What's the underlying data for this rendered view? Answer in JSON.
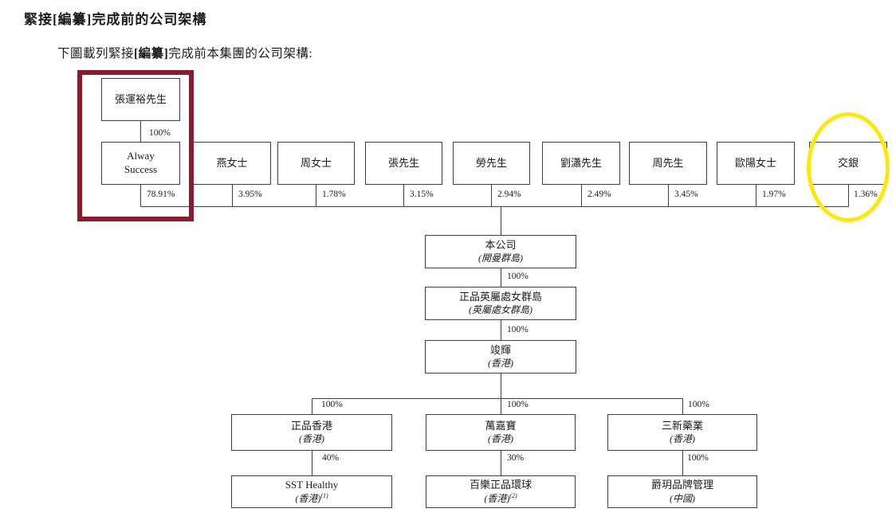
{
  "page": {
    "title": "緊接[編纂]完成前的公司架構",
    "intro": {
      "prefix": "下圖載列緊接",
      "redacted": "[編纂]",
      "suffix": "完成前本集團的公司架構:"
    }
  },
  "ownership": {
    "founder": {
      "name": "張運裕先生",
      "holding_pct": "100%"
    },
    "shareholders": [
      {
        "name": "Alway\nSuccess",
        "pct": "78.91%"
      },
      {
        "name": "燕女士",
        "pct": "3.95%"
      },
      {
        "name": "周女士",
        "pct": "1.78%"
      },
      {
        "name": "張先生",
        "pct": "3.15%"
      },
      {
        "name": "勞先生",
        "pct": "2.94%"
      },
      {
        "name": "劉瀟先生",
        "pct": "2.49%"
      },
      {
        "name": "周先生",
        "pct": "3.45%"
      },
      {
        "name": "歐陽女士",
        "pct": "1.97%"
      },
      {
        "name": "交銀",
        "pct": "1.36%"
      }
    ],
    "chain": [
      {
        "name": "本公司",
        "jurisdiction": "(開曼群島)",
        "pct_below": "100%"
      },
      {
        "name": "正品英屬處女群島",
        "jurisdiction": "(英屬處女群島)",
        "pct_below": "100%"
      },
      {
        "name": "竣輝",
        "jurisdiction": "(香港)"
      }
    ],
    "branches": [
      {
        "pct_above": "100%",
        "name": "正品香港",
        "jurisdiction": "(香港)",
        "pct_below": "40%",
        "sub": {
          "name": "SST Healthy",
          "jurisdiction": "(香港)",
          "note": "(1)"
        }
      },
      {
        "pct_above": "100%",
        "name": "萬嘉寶",
        "jurisdiction": "(香港)",
        "pct_below": "30%",
        "sub": {
          "name": "百樂正品環球",
          "jurisdiction": "(香港)",
          "note": "(2)"
        }
      },
      {
        "pct_above": "100%",
        "name": "三新藥業",
        "jurisdiction": "(香港)",
        "pct_below": "100%",
        "sub": {
          "name": "爵玥品牌管理",
          "jurisdiction": "(中國)",
          "note": ""
        }
      }
    ]
  },
  "highlights": {
    "founder_group_rect_color": "#8d1b2c",
    "jiaoyin_ellipse_color": "#ffe70a"
  }
}
